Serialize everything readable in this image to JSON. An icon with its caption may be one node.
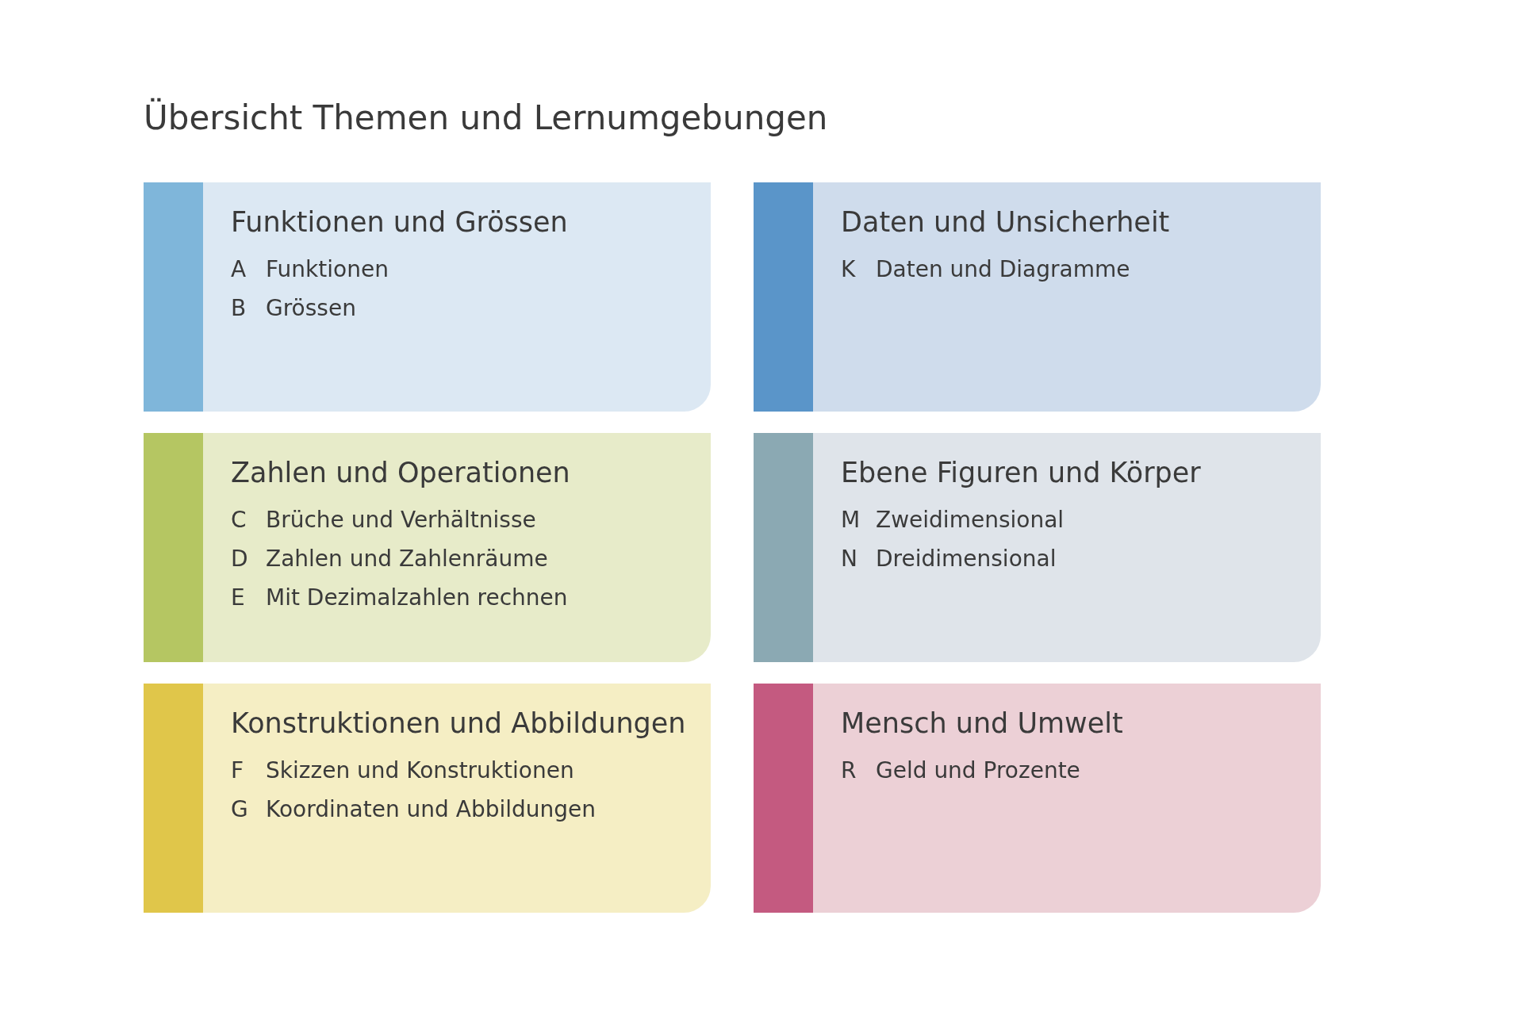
{
  "diagram": {
    "title": "Übersicht Themen und Lernumgebungen",
    "nodes": [
      {
        "text": [
          "Funktionen und Grössen",
          "A",
          "Funktionen",
          "B",
          "Grössen"
        ]
      },
      {
        "text": [
          "Daten und Unsicherheit",
          "K",
          "Daten und Diagramme"
        ]
      },
      {
        "text": [
          "Zahlen und Operationen",
          "C",
          "Brüche und Verhältnisse",
          "D",
          "Zahlen und Zahlenräume",
          "E",
          "Mit Dezimalzahlen rechnen"
        ]
      },
      {
        "text": [
          "Ebene Figuren und Körper",
          "M",
          "Zweidimensional",
          "N",
          "Dreidimensional"
        ]
      },
      {
        "text": [
          "Konstruktionen und Abbildungen",
          "F",
          "Skizzen und Konstruktionen",
          "G",
          "Koordinaten und Abbildungen"
        ]
      },
      {
        "text": [
          "Mensch und Umwelt",
          "R",
          "Geld und Prozente"
        ]
      }
    ],
    "edges": []
  }
}
